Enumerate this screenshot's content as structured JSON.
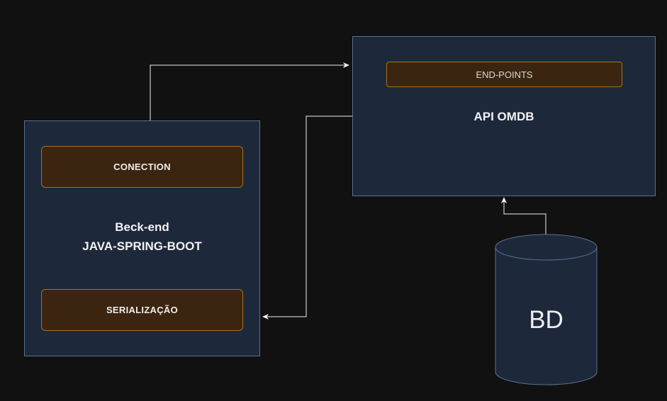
{
  "backend": {
    "title_line1": "Beck-end",
    "title_line2": "JAVA-SPRING-BOOT",
    "conection_label": "CONECTION",
    "serializacao_label": "SERIALIZAÇÃO"
  },
  "api": {
    "title": "API OMDB",
    "endpoints_label": "END-POINTS"
  },
  "database": {
    "label": "BD"
  },
  "colors": {
    "background": "#111111",
    "container_fill": "#1d293b",
    "container_border": "#5a6f8f",
    "pill_fill": "#3b2510",
    "pill_border": "#a0741c",
    "edge": "#f0f0f0"
  }
}
